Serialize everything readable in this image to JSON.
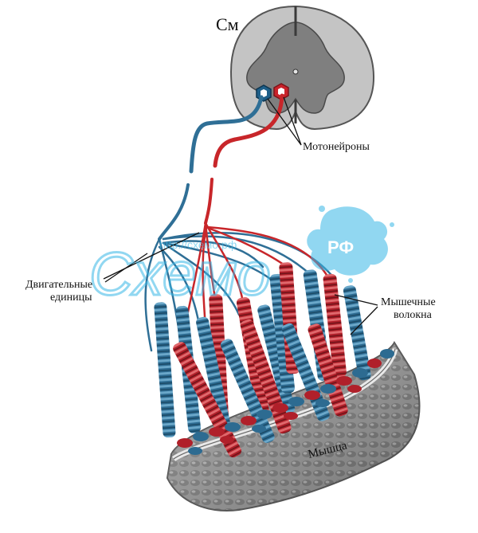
{
  "labels": {
    "spinal_cord": "См",
    "motor_neurons": "Мотонейроны",
    "motor_units_line1": "Двигательные",
    "motor_units_line2": "единицы",
    "muscle_fibers_line1": "Мышечные",
    "muscle_fibers_line2": "волокна",
    "muscle": "Мышца"
  },
  "watermark": {
    "url": "http://схемо.рф",
    "brand": "Схемо",
    "badge": "РФ"
  },
  "colors": {
    "blue_unit": "#2f6f96",
    "red_unit": "#c8262a",
    "gray_matter": "#8a8a8a",
    "white_matter": "#c9c9c9",
    "watermark": "#39b8e6"
  }
}
